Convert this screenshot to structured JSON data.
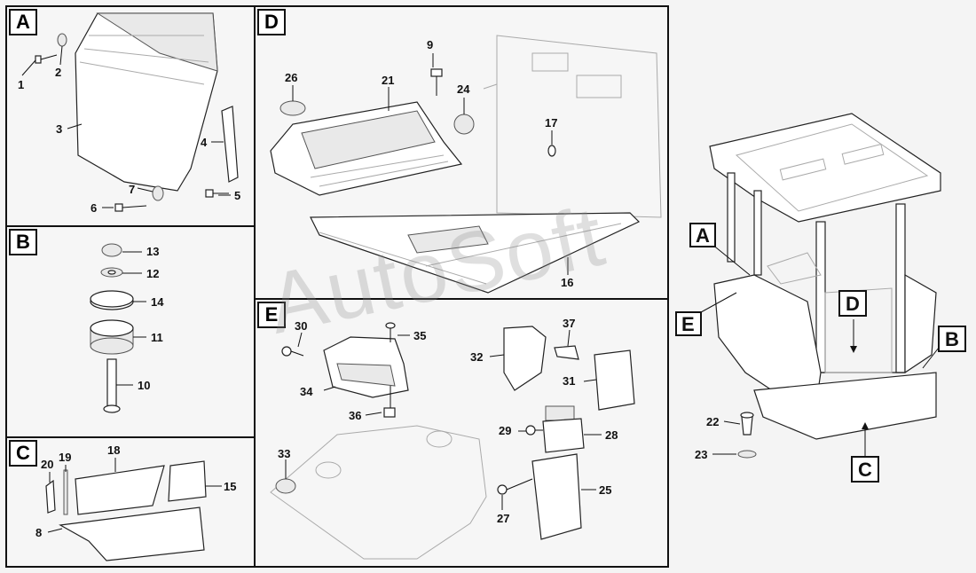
{
  "panels": {
    "A": {
      "label": "A",
      "parts": [
        "1",
        "2",
        "3",
        "4",
        "5",
        "6",
        "7"
      ]
    },
    "B": {
      "label": "B",
      "parts": [
        "13",
        "12",
        "14",
        "11",
        "10"
      ]
    },
    "C": {
      "label": "C",
      "parts": [
        "20",
        "19",
        "18",
        "15",
        "8"
      ]
    },
    "D": {
      "label": "D",
      "parts": [
        "9",
        "26",
        "21",
        "24",
        "17",
        "16"
      ]
    },
    "E": {
      "label": "E",
      "parts": [
        "30",
        "35",
        "37",
        "32",
        "34",
        "31",
        "36",
        "29",
        "28",
        "33",
        "25",
        "27"
      ]
    }
  },
  "overview": {
    "callouts": [
      "A",
      "E",
      "D",
      "B",
      "C"
    ],
    "parts": [
      "22",
      "23"
    ]
  },
  "watermark": "AutoSoft"
}
